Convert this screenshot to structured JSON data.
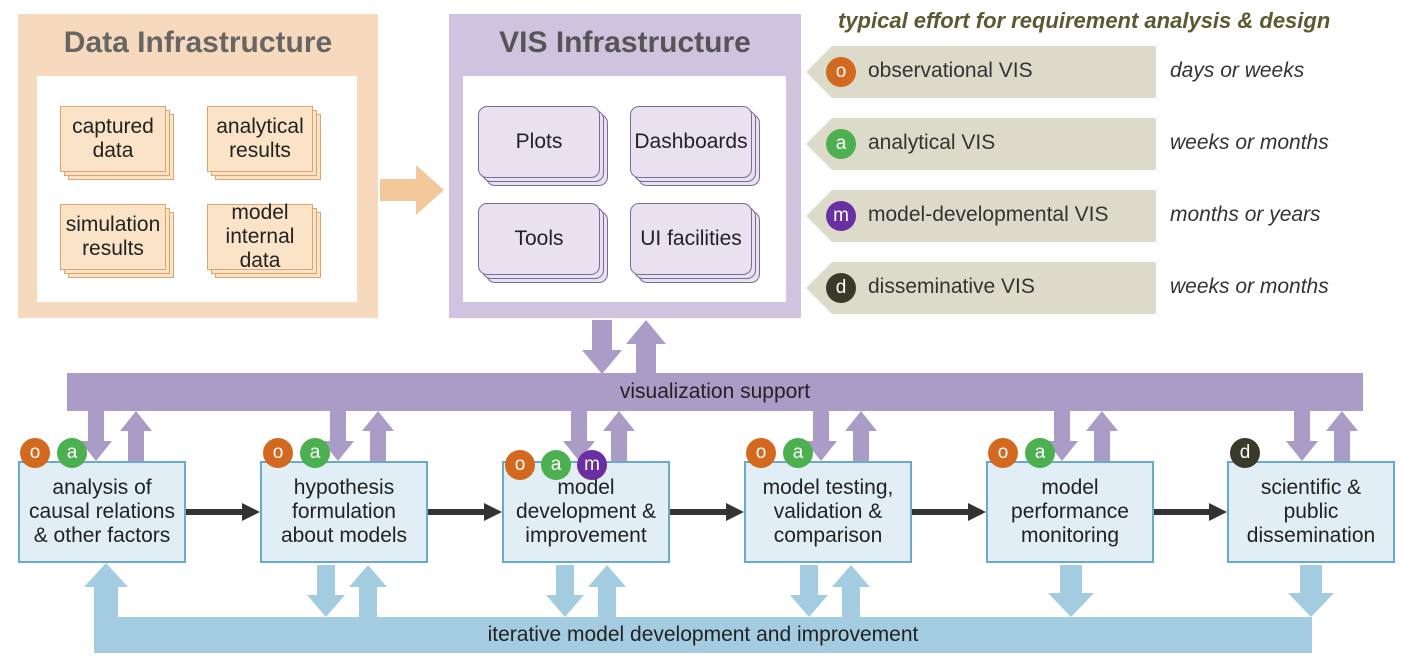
{
  "data_infra": {
    "title": "Data Infrastructure",
    "items": [
      "captured data",
      "analytical results",
      "simulation results",
      "model internal data"
    ]
  },
  "vis_infra": {
    "title": "VIS Infrastructure",
    "items": [
      "Plots",
      "Dashboards",
      "Tools",
      "UI facilities"
    ]
  },
  "effort": {
    "heading": "typical effort for requirement analysis & design",
    "rows": [
      {
        "badge": "o",
        "label": "observational VIS",
        "effort": "days or weeks"
      },
      {
        "badge": "a",
        "label": "analytical VIS",
        "effort": "weeks or months"
      },
      {
        "badge": "m",
        "label": "model-developmental VIS",
        "effort": "months or years"
      },
      {
        "badge": "d",
        "label": "disseminative VIS",
        "effort": "weeks or months"
      }
    ]
  },
  "vis_support": "visualization support",
  "stages": [
    {
      "label": "analysis of causal relations & other factors",
      "badges": [
        "o",
        "a"
      ]
    },
    {
      "label": "hypothesis formulation about models",
      "badges": [
        "o",
        "a"
      ]
    },
    {
      "label": "model development & improvement",
      "badges": [
        "o",
        "a",
        "m"
      ]
    },
    {
      "label": "model testing, validation & comparison",
      "badges": [
        "o",
        "a"
      ]
    },
    {
      "label": "model performance monitoring",
      "badges": [
        "o",
        "a"
      ]
    },
    {
      "label": "scientific & public dissemination",
      "badges": [
        "d"
      ]
    }
  ],
  "iterative": "iterative model development and improvement",
  "colors": {
    "data_panel": "#f7d9bd",
    "vis_panel": "#cfc4e0",
    "support_bar": "#ab9cc7",
    "iter_bar": "#a3cce0",
    "effort_bar": "#dcdac8",
    "arrow_dark": "#333333"
  }
}
